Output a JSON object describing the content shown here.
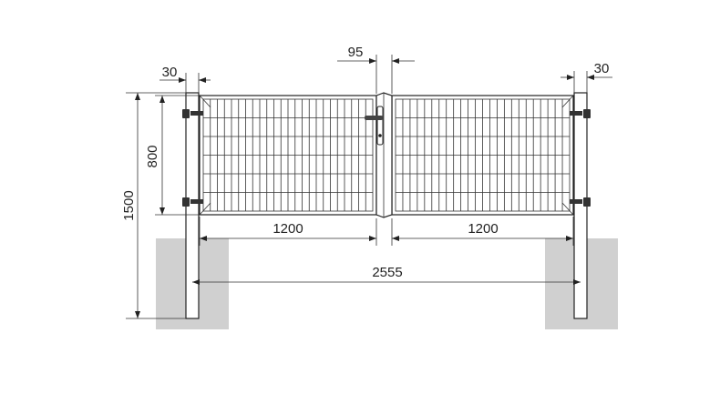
{
  "diagram": {
    "colors": {
      "foundation": "#d0d0d0",
      "line": "#222222",
      "background": "#ffffff"
    },
    "dimensions": {
      "post_width_left": "30",
      "post_width_right": "30",
      "center_gap": "95",
      "gate_height": "800",
      "total_height": "1500",
      "leaf_width_left": "1200",
      "leaf_width_right": "1200",
      "total_width": "2555"
    }
  }
}
